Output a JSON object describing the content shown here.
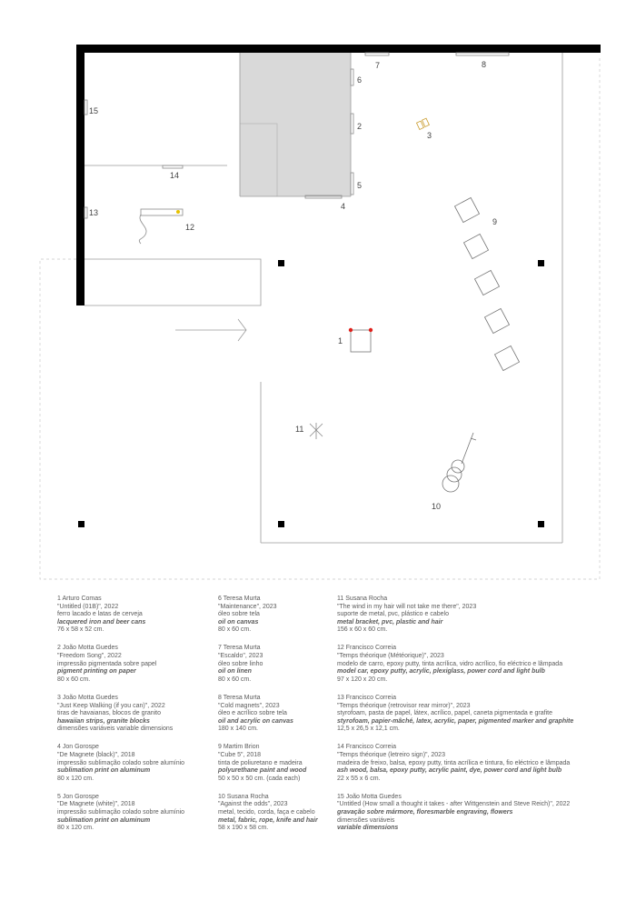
{
  "plan_labels": {
    "l1": "1",
    "l2": "2",
    "l3": "3",
    "l4": "4",
    "l5": "5",
    "l6": "6",
    "l7": "7",
    "l8": "8",
    "l9": "9",
    "l10": "10",
    "l11": "11",
    "l12": "12",
    "l13": "13",
    "l14": "14",
    "l15": "15"
  },
  "colors": {
    "wall": "#000000",
    "room": "#d9d9d9",
    "line": "#9a9a9a",
    "dot_red": "#e0201b",
    "dot_yellow": "#e6c200"
  },
  "captions": [
    [
      {
        "artist": "1 Arturo Comas",
        "title": "\"Untitled (01B)\", 2022",
        "pt": "ferro lacado e latas de cerveja",
        "en": "lacquered iron and beer cans",
        "dims": "76 x 58 x 52 cm."
      },
      {
        "artist": "2 João Motta Guedes",
        "title": "\"Freedom Song\", 2022",
        "pt": "impressão pigmentada sobre papel",
        "en": "pigment printing on paper",
        "dims": "80 x 60 cm."
      },
      {
        "artist": "3 João Motta Guedes",
        "title": "\"Just Keep Walking (if you can)\", 2022",
        "pt": "tiras de havaianas, blocos de granito",
        "en": "hawaiian strips, granite blocks",
        "dims": "dimensões variáveis variable dimensions"
      },
      {
        "artist": "4 Jon Gorospe",
        "title": "\"De Magnete (black)\", 2018",
        "pt": "impressão sublimação colado sobre alumínio",
        "en": "sublimation print on aluminum",
        "dims": "80 x 120 cm."
      },
      {
        "artist": "5 Jon Gorospe",
        "title": "\"De Magnete (white)\", 2018",
        "pt": "impressão sublimação colado sobre alumínio",
        "en": "sublimation print on aluminum",
        "dims": "80 x 120 cm."
      }
    ],
    [
      {
        "artist": "6 Teresa Murta",
        "title": "\"Maintenance\", 2023",
        "pt": "óleo sobre tela",
        "en": "oil on canvas",
        "dims": "80 x 60 cm."
      },
      {
        "artist": "7 Teresa Murta",
        "title": "\"Escaldo\", 2023",
        "pt": "óleo sobre linho",
        "en": "oil on linen",
        "dims": "80 x 60 cm."
      },
      {
        "artist": "8 Teresa Murta",
        "title": "\"Cold magnets\", 2023",
        "pt": "óleo e acrílico sobre tela",
        "en": "oil and acrylic on canvas",
        "dims": "180 x 140 cm."
      },
      {
        "artist": "9 Martim Brion",
        "title": "\"Cube 5\", 2018",
        "pt": "tinta de poliuretano e madeira",
        "en": "polyurethane paint and wood",
        "dims": "50 x 50 x 50 cm. (cada each)"
      },
      {
        "artist": "10 Susana Rocha",
        "title": "\"Against the odds\", 2023",
        "pt": "metal, tecido, corda, faça e cabelo",
        "en": "metal, fabric, rope, knife and hair",
        "dims": "58 x 190 x 58 cm."
      }
    ],
    [
      {
        "artist": "11 Susana Rocha",
        "title": "\"The wind in my hair will not take me there\", 2023",
        "pt": "suporte de metal, pvc, plástico e cabelo",
        "en": "metal bracket, pvc, plastic and hair",
        "dims": "156 x 60 x 60 cm."
      },
      {
        "artist": "12 Francisco Correia",
        "title": "\"Temps théorique (Météorique)\", 2023",
        "pt": "modelo de carro, epoxy putty, tinta acrílica, vidro acrílico, fio eléctrico e lâmpada",
        "en": "model car, epoxy putty, acrylic, plexiglass, power cord and light bulb",
        "dims": "97 x 120 x 20 cm."
      },
      {
        "artist": "13 Francisco Correia",
        "title": "\"Temps théorique (retrovisor rear mirror)\", 2023",
        "pt": "styrofoam, pasta de papel, látex, acrílico, papel, caneta pigmentada e grafite",
        "en": "styrofoam, papier-mâché, latex, acrylic, paper, pigmented marker and graphite",
        "dims": "12,5 x 26,5 x 12,1 cm."
      },
      {
        "artist": "14 Francisco Correia",
        "title": "\"Temps théorique (letreiro sign)\", 2023",
        "pt": "madeira de freixo, balsa, epoxy putty, tinta acrílica e tintura, fio eléctrico e lâmpada",
        "en": "ash wood, balsa, epoxy putty, acrylic paint, dye, power cord and light bulb",
        "dims": "22 x 55 x 6 cm."
      },
      {
        "artist": "15 João Motta Guedes",
        "title": "\"Untitled (How small a thought it takes - after Wittgenstein and Steve Reich)\", 2022",
        "pt": "gravação sobre mármore, floresmarble engraving, flowers",
        "en": "",
        "dims": "dimensões variáveis",
        "extra": "variable dimensions"
      }
    ]
  ]
}
